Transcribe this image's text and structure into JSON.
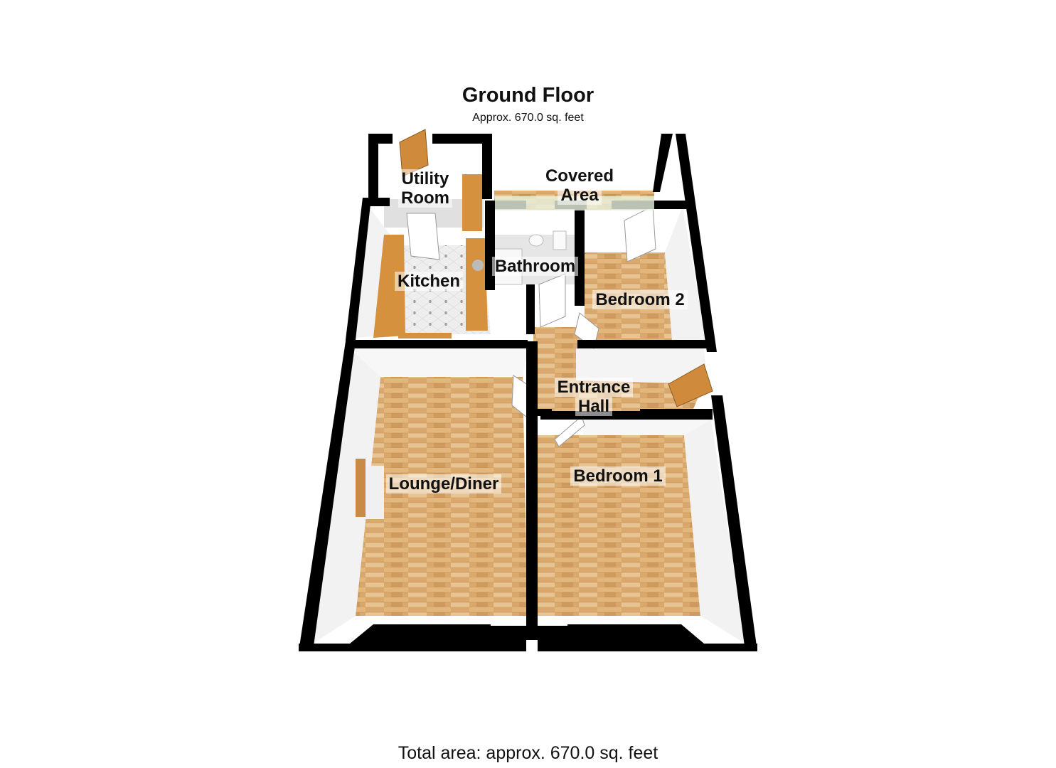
{
  "header": {
    "floor_title": "Ground Floor",
    "floor_area": "Approx. 670.0 sq. feet"
  },
  "footer": {
    "total_area": "Total area: approx. 670.0 sq. feet"
  },
  "rooms": {
    "utility_line1": "Utility",
    "utility_line2": "Room",
    "covered_line1": "Covered",
    "covered_line2": "Area",
    "bathroom": "Bathroom",
    "kitchen": "Kitchen",
    "bedroom2": "Bedroom 2",
    "entrance_line1": "Entrance",
    "entrance_line2": "Hall",
    "lounge": "Lounge/Diner",
    "bedroom1": "Bedroom 1"
  },
  "colors": {
    "wood": "#d9a86c",
    "wood_light": "#e8c493",
    "wall": "#000000",
    "wall_inner": "#f2f2f2",
    "tile": "#eeeeee"
  }
}
